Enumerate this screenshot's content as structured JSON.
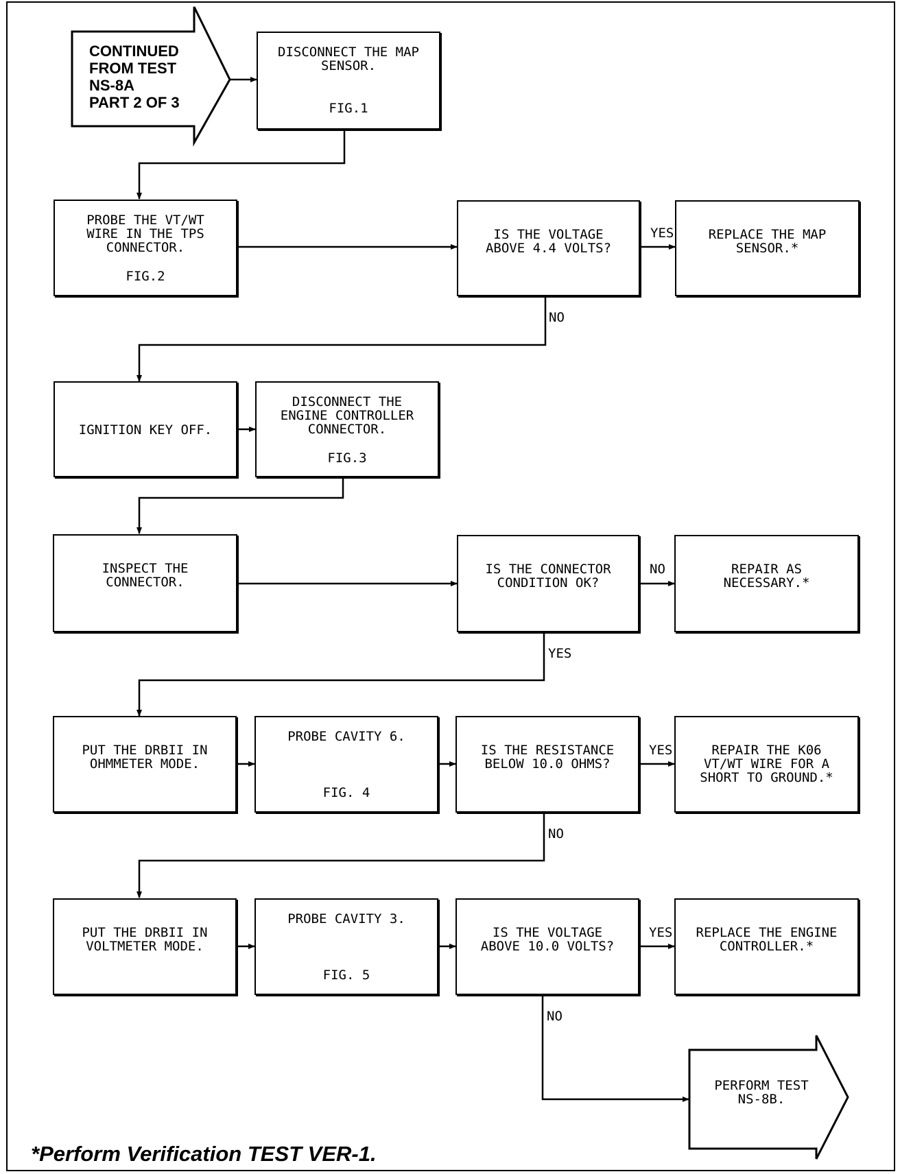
{
  "start": {
    "text": "CONTINUED\nFROM TEST\nNS-8A\nPART 2 OF 3"
  },
  "boxes": {
    "disconnect_map": {
      "text": "DISCONNECT THE MAP\nSENSOR.",
      "fig": "FIG.1"
    },
    "probe_vtwt": {
      "text": "PROBE THE VT/WT\nWIRE IN THE TPS\nCONNECTOR.",
      "fig": "FIG.2"
    },
    "voltage_44": {
      "text": "IS THE VOLTAGE\nABOVE 4.4 VOLTS?"
    },
    "replace_map": {
      "text": "REPLACE THE MAP\nSENSOR.*"
    },
    "ignition_off": {
      "text": "IGNITION KEY OFF."
    },
    "disconnect_ec": {
      "text": "DISCONNECT THE\nENGINE CONTROLLER\nCONNECTOR.",
      "fig": "FIG.3"
    },
    "inspect_connector": {
      "text": "INSPECT THE\nCONNECTOR."
    },
    "connector_ok": {
      "text": "IS THE CONNECTOR\nCONDITION OK?"
    },
    "repair_necessary": {
      "text": "REPAIR AS\nNECESSARY.*"
    },
    "ohmmeter_mode": {
      "text": "PUT THE DRBII IN\nOHMMETER MODE."
    },
    "probe_cavity6": {
      "text": "PROBE CAVITY 6.",
      "fig": "FIG. 4"
    },
    "resistance_below": {
      "text": "IS THE RESISTANCE\nBELOW 10.0 OHMS?"
    },
    "repair_k06": {
      "text": "REPAIR THE K06\nVT/WT WIRE FOR A\nSHORT TO GROUND.*"
    },
    "voltmeter_mode": {
      "text": "PUT THE DRBII IN\nVOLTMETER MODE."
    },
    "probe_cavity3": {
      "text": "PROBE CAVITY 3.",
      "fig": "FIG. 5"
    },
    "voltage_10": {
      "text": "IS THE VOLTAGE\nABOVE 10.0 VOLTS?"
    },
    "replace_ec": {
      "text": "REPLACE THE ENGINE\nCONTROLLER.*"
    }
  },
  "labels": {
    "yes1": "YES",
    "no1": "NO",
    "no2": "NO",
    "yes2": "YES",
    "yes3": "YES",
    "no3": "NO",
    "yes4": "YES",
    "no4": "NO"
  },
  "end": {
    "text": "PERFORM TEST\nNS-8B."
  },
  "footnote": "*Perform Verification TEST VER-1."
}
